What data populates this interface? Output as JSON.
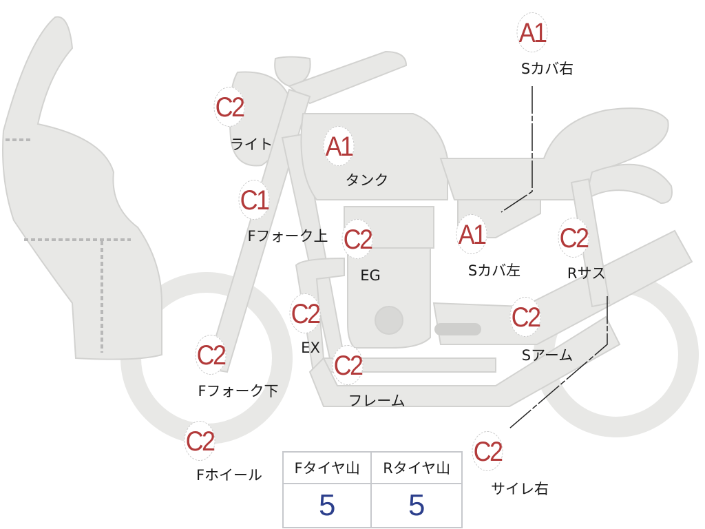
{
  "parts": [
    {
      "grade": "A1",
      "label": "Sカバ右"
    },
    {
      "grade": "C2",
      "label": "ライト"
    },
    {
      "grade": "A1",
      "label": "タンク"
    },
    {
      "grade": "C1",
      "label": "Fフォーク上"
    },
    {
      "grade": "C2",
      "label": "EG"
    },
    {
      "grade": "A1",
      "label": "Sカバ左"
    },
    {
      "grade": "C2",
      "label": "Rサス"
    },
    {
      "grade": "C2",
      "label": "EX"
    },
    {
      "grade": "C2",
      "label": "Sアーム"
    },
    {
      "grade": "C2",
      "label": "Fフォーク下"
    },
    {
      "grade": "C2",
      "label": "フレーム"
    },
    {
      "grade": "C2",
      "label": "Fホイール"
    },
    {
      "grade": "C2",
      "label": "サイレ右"
    }
  ],
  "tire_table": {
    "front_header": "Fタイヤ山",
    "rear_header": "Rタイヤ山",
    "front_value": "5",
    "rear_value": "5"
  },
  "colors": {
    "grade": "#b23a3a",
    "tire_value": "#2c3f8c",
    "body": "#e8e8e6"
  }
}
